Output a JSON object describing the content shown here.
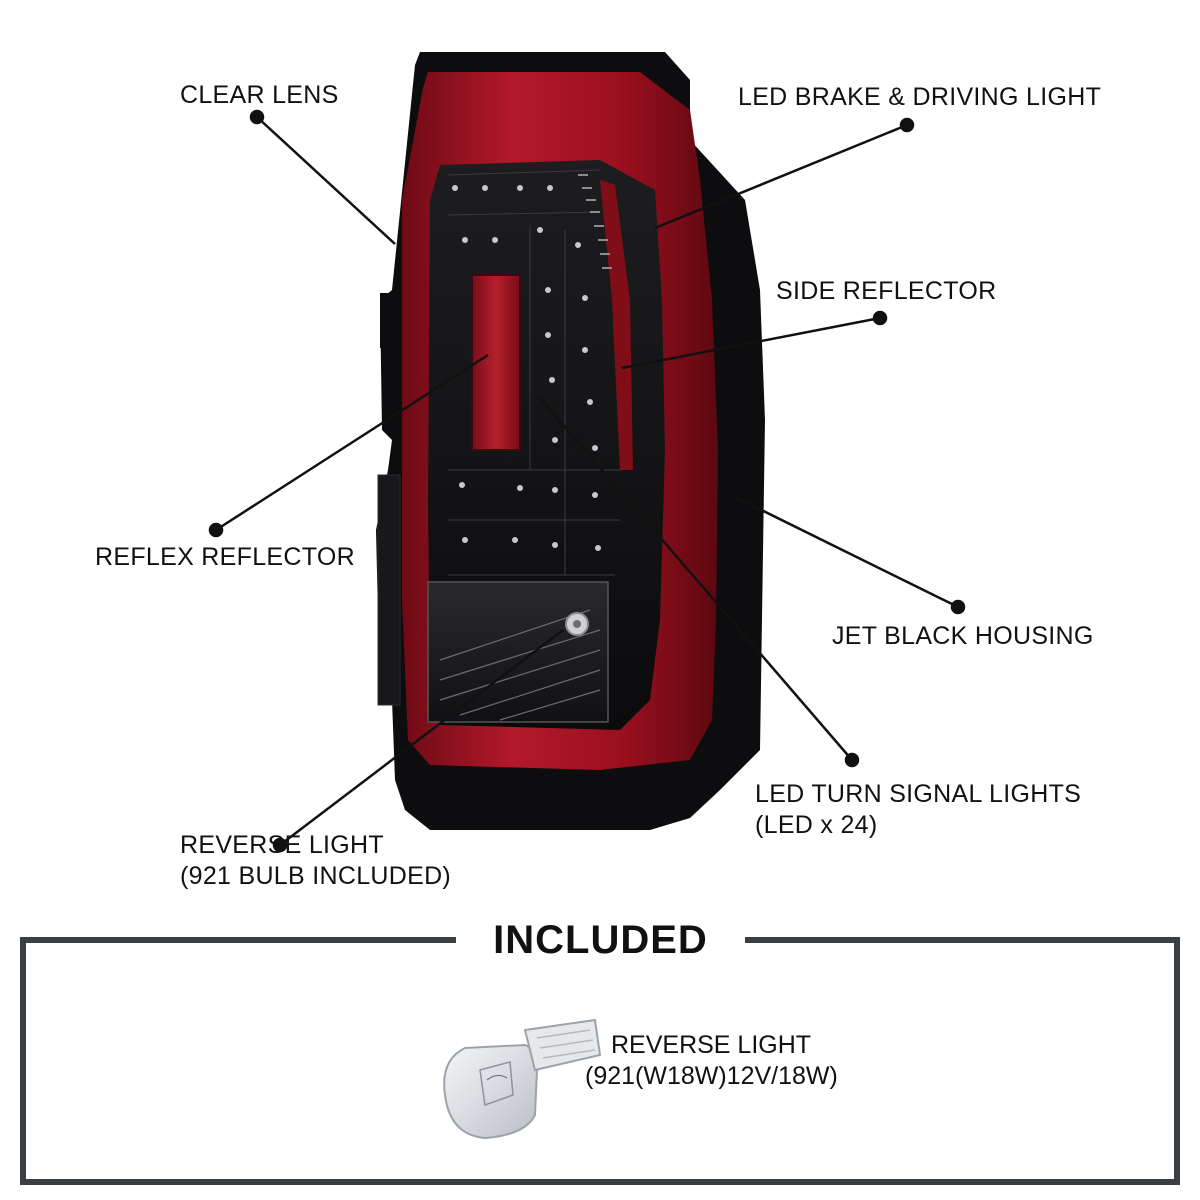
{
  "callouts": {
    "clear_lens": "CLEAR LENS",
    "led_brake": "LED BRAKE & DRIVING LIGHT",
    "side_reflector": "SIDE REFLECTOR",
    "reflex_reflector": "REFLEX REFLECTOR",
    "jet_black_housing": "JET BLACK HOUSING",
    "led_turn_line1": "LED TURN SIGNAL LIGHTS",
    "led_turn_line2": "(LED x 24)",
    "reverse_line1": "REVERSE LIGHT",
    "reverse_line2": "(921 BULB INCLUDED)"
  },
  "included": {
    "title": "INCLUDED",
    "bulb_line1": "REVERSE LIGHT",
    "bulb_line2": "(921(W18W)12V/18W)"
  },
  "colors": {
    "lens_red": "#9e1220",
    "housing_black": "#0d0d0f",
    "frame_gray": "#3a3f44"
  },
  "icons": [
    "tail-light-image",
    "921-bulb-image"
  ]
}
